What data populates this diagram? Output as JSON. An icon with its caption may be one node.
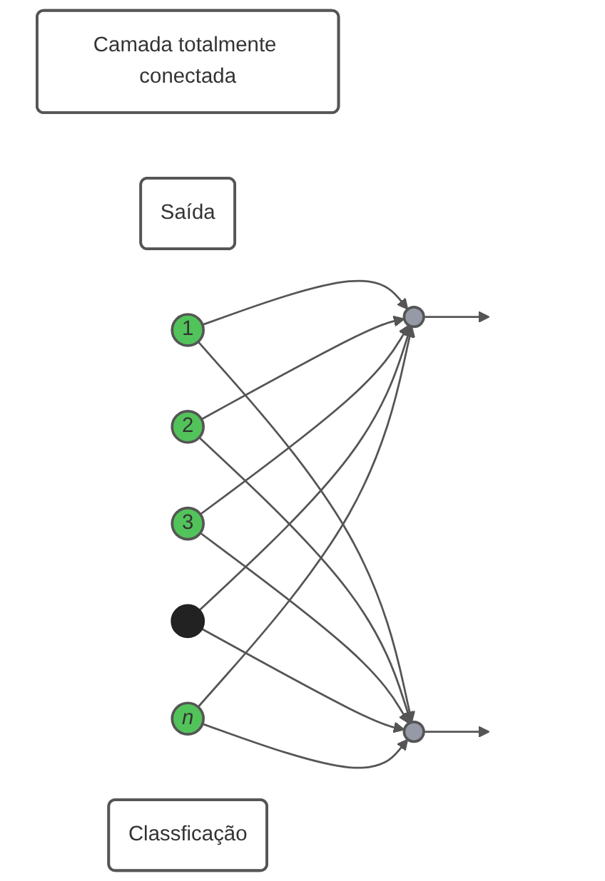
{
  "diagram": {
    "nodes": [
      {
        "text": [
          "Camada totalmente conectada"
        ]
      },
      {
        "text": [
          "Saída"
        ]
      },
      {
        "text": [
          "1"
        ]
      },
      {
        "text": [
          "2"
        ]
      },
      {
        "text": [
          "3"
        ]
      },
      {
        "text": [],
        "shape": "dots"
      },
      {
        "text": [
          "n"
        ]
      },
      {
        "text": [],
        "shape": "circle"
      },
      {
        "text": [],
        "shape": "circle"
      },
      {
        "text": [
          "Classficação"
        ]
      }
    ],
    "edges": [
      {
        "from": 2,
        "to": 7,
        "arrow": "to"
      },
      {
        "from": 2,
        "to": 8,
        "arrow": "to"
      },
      {
        "from": 3,
        "to": 7,
        "arrow": "to"
      },
      {
        "from": 3,
        "to": 8,
        "arrow": "to"
      },
      {
        "from": 4,
        "to": 7,
        "arrow": "to"
      },
      {
        "from": 4,
        "to": 8,
        "arrow": "to"
      },
      {
        "from": 5,
        "to": 7,
        "arrow": "to"
      },
      {
        "from": 5,
        "to": 8,
        "arrow": "to"
      },
      {
        "from": 6,
        "to": 7,
        "arrow": "to"
      },
      {
        "from": 6,
        "to": 8,
        "arrow": "to"
      },
      {
        "from": 7,
        "to": null,
        "arrow": "to"
      },
      {
        "from": 8,
        "to": null,
        "arrow": "to"
      }
    ]
  }
}
